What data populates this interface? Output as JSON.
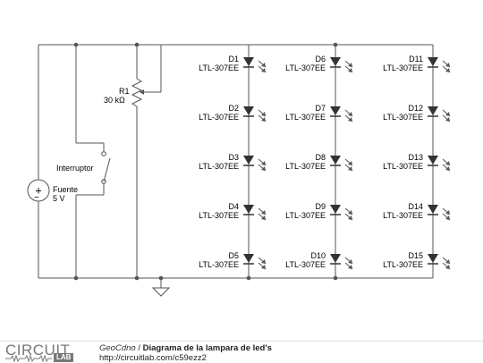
{
  "components": {
    "r1": {
      "ref": "R1",
      "value": "30 kΩ"
    },
    "switch": {
      "label": "Interruptor"
    },
    "source": {
      "label": "Fuente",
      "value": "5 V"
    },
    "diodes": [
      {
        "ref": "D1",
        "part": "LTL-307EE"
      },
      {
        "ref": "D2",
        "part": "LTL-307EE"
      },
      {
        "ref": "D3",
        "part": "LTL-307EE"
      },
      {
        "ref": "D4",
        "part": "LTL-307EE"
      },
      {
        "ref": "D5",
        "part": "LTL-307EE"
      },
      {
        "ref": "D6",
        "part": "LTL-307EE"
      },
      {
        "ref": "D7",
        "part": "LTL-307EE"
      },
      {
        "ref": "D8",
        "part": "LTL-307EE"
      },
      {
        "ref": "D9",
        "part": "LTL-307EE"
      },
      {
        "ref": "D10",
        "part": "LTL-307EE"
      },
      {
        "ref": "D11",
        "part": "LTL-307EE"
      },
      {
        "ref": "D12",
        "part": "LTL-307EE"
      },
      {
        "ref": "D13",
        "part": "LTL-307EE"
      },
      {
        "ref": "D14",
        "part": "LTL-307EE"
      },
      {
        "ref": "D15",
        "part": "LTL-307EE"
      }
    ]
  },
  "footer": {
    "logo_circuit": "CIRCUIT",
    "logo_lab": "LAB",
    "author": "GeoCdno",
    "separator": "/",
    "title": "Diagrama de la lampara de led's",
    "url": "http://circuitlab.com/c59ezz2"
  },
  "colors": {
    "wire": "#555555",
    "led": "#333333",
    "logo": "#777777"
  }
}
